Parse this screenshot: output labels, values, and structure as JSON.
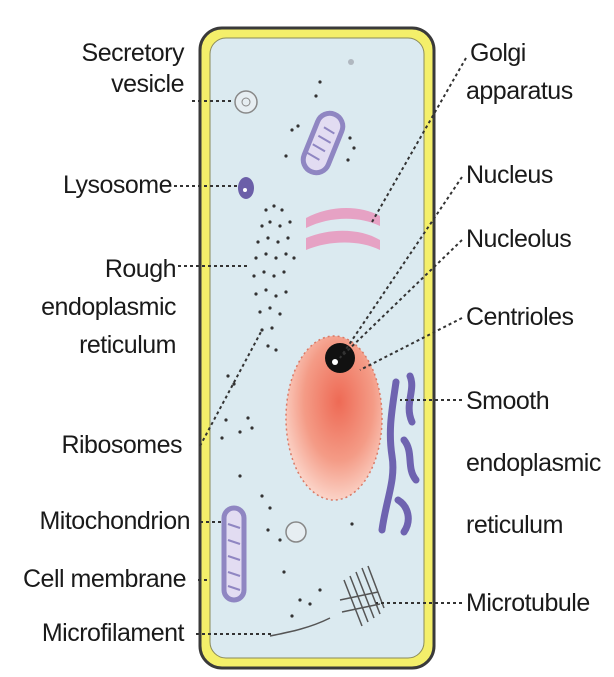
{
  "diagram": {
    "left_labels": {
      "secretory_vesicle": [
        "Secretory",
        "vesicle"
      ],
      "lysosome": [
        "Lysosome"
      ],
      "rough_er": [
        "Rough",
        "endoplasmic",
        "reticulum"
      ],
      "ribosomes": [
        "Ribosomes"
      ],
      "mitochondrion": [
        "Mitochondrion"
      ],
      "cell_membrane": [
        "Cell membrane"
      ],
      "microfilament": [
        "Microfilament"
      ]
    },
    "right_labels": {
      "golgi": [
        "Golgi",
        "apparatus"
      ],
      "nucleus": [
        "Nucleus"
      ],
      "nucleolus": [
        "Nucleolus"
      ],
      "centrioles": [
        "Centrioles"
      ],
      "smooth_er": [
        "Smooth",
        "endoplasmic",
        "reticulum"
      ],
      "microtubule": [
        "Microtubule"
      ]
    },
    "colors": {
      "cell_fill": "#dbeaf0",
      "membrane_outer": "#3a3a3a",
      "membrane_fill": "#f4ef6a",
      "golgi": "#e6a2c4",
      "nucleus": "#f3a08a",
      "mitochondrion": "#8f86c2",
      "smooth_er": "#6e63b0",
      "nucleolus": "#111111"
    }
  }
}
